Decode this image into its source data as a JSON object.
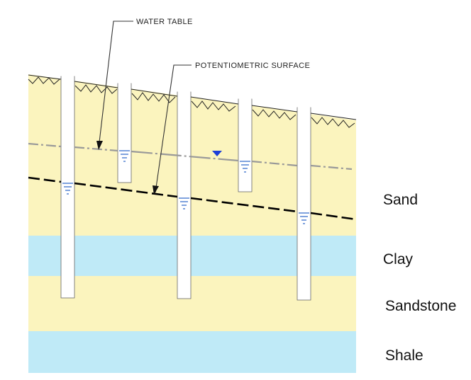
{
  "annotations": {
    "water_table": "WATER TABLE",
    "potentiometric_surface": "POTENTIOMETRIC SURFACE"
  },
  "layers": [
    {
      "name": "Sand",
      "material": "sand"
    },
    {
      "name": "Clay",
      "material": "clay"
    },
    {
      "name": "Sandstone",
      "material": "sand"
    },
    {
      "name": "Shale",
      "material": "clay"
    }
  ],
  "wells": [
    {
      "id": "well-1",
      "water_level": "potentiometric",
      "screened_in": "Sandstone"
    },
    {
      "id": "well-2",
      "water_level": "water-table",
      "screened_in": "Sand"
    },
    {
      "id": "well-3",
      "water_level": "potentiometric",
      "screened_in": "Sandstone"
    },
    {
      "id": "well-4",
      "water_level": "water-table",
      "screened_in": "Sand"
    },
    {
      "id": "well-5",
      "water_level": "potentiometric",
      "screened_in": "Sandstone"
    }
  ],
  "colors": {
    "sand": "#FBF4BE",
    "clay": "#BFEAF7",
    "water_table_line": "#999999",
    "water_table_marker": "#1E3FD8",
    "water_level_symbol": "#3A6FCC",
    "potentiometric_line": "#000000",
    "ground_hatch": "#222222"
  }
}
